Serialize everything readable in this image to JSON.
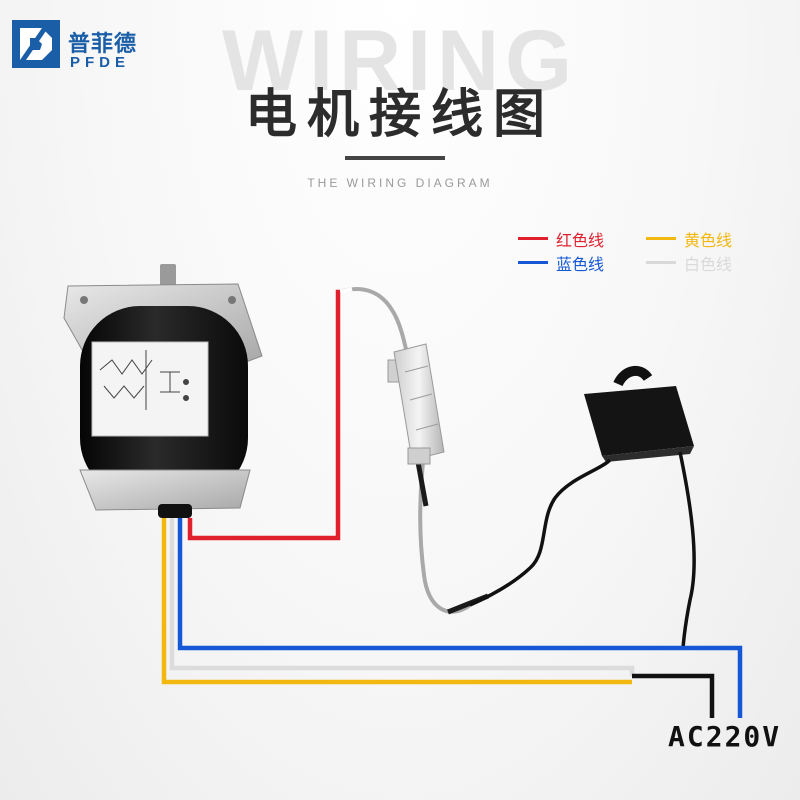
{
  "brand": {
    "name_cn": "普菲德",
    "name_en": "PFDE",
    "color": "#1b5ea8"
  },
  "header": {
    "watermark": "WIRING",
    "title": "电机接线图",
    "subtitle": "THE WIRING DIAGRAM"
  },
  "legend": [
    {
      "label": "红色线",
      "color": "#e0212d"
    },
    {
      "label": "黄色线",
      "color": "#f2b80f"
    },
    {
      "label": "蓝色线",
      "color": "#1557d4"
    },
    {
      "label": "白色线",
      "color": "#d9d9d9"
    }
  ],
  "components": {
    "motor": "ac-motor-photo",
    "resistor": "power-resistor-photo",
    "capacitor": "capacitor-photo"
  },
  "power": {
    "label": "AC220V"
  }
}
